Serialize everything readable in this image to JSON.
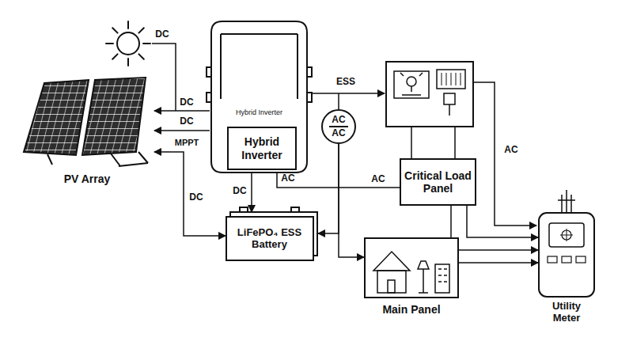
{
  "diagram": {
    "nodes": [
      {
        "text": [
          "PV Array"
        ]
      },
      {
        "text": [
          "Hybrid Inverter"
        ]
      },
      {
        "text": [
          "Hybrid Inverter"
        ],
        "in": 1
      },
      {
        "text": [
          "LiFePO₄ ESS Battery"
        ]
      },
      {
        "text": [
          "AC",
          "AC"
        ]
      },
      {
        "text": [
          "Critical Load Panel"
        ]
      },
      {
        "text": [
          "Main Panel"
        ]
      },
      {
        "text": [
          "Utility Meter"
        ]
      }
    ],
    "edges": [
      {
        "from": 1,
        "to": 0,
        "arrow": "to",
        "label": "DC"
      },
      {
        "from": 1,
        "to": 0,
        "arrow": "to",
        "label": "DC"
      },
      {
        "from": 0,
        "to": 3,
        "arrow": "both",
        "label": "DC"
      },
      {
        "from": 2,
        "to": 3,
        "arrow": "to",
        "label": "DC"
      },
      {
        "from": 2,
        "to": 5,
        "arrow": "none",
        "label": "AC"
      },
      {
        "from": 4,
        "to": 6,
        "arrow": "to"
      },
      {
        "from": 4,
        "to": 3,
        "arrow": "to"
      },
      {
        "from": 5,
        "to": 6,
        "arrow": "none"
      },
      {
        "from": 5,
        "to": 7,
        "arrow": "to"
      },
      {
        "from": 6,
        "to": 7,
        "arrow": "to"
      },
      {
        "from": 6,
        "to": 7,
        "arrow": "to"
      }
    ],
    "labels": [
      "DC",
      "MPPT",
      "ESS",
      "AC",
      "AC"
    ]
  }
}
